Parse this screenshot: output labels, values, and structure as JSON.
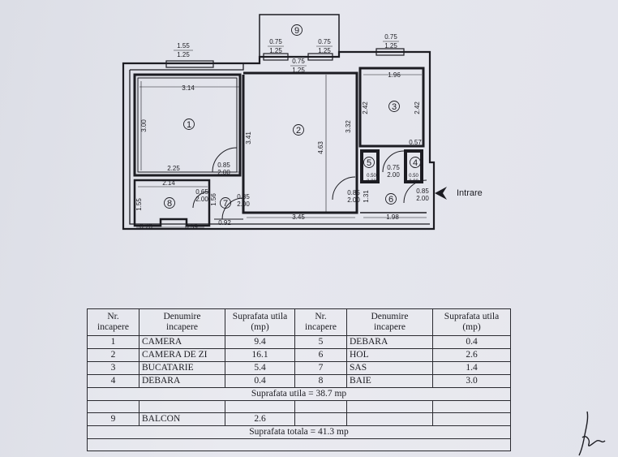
{
  "plan": {
    "rooms": [
      "1",
      "2",
      "3",
      "4",
      "5",
      "6",
      "7",
      "8",
      "9"
    ],
    "dims": {
      "top_left": [
        "1.55",
        "1.25"
      ],
      "top_mid1": [
        "0.75",
        "1.25"
      ],
      "top_mid2": [
        "0.75",
        "1.25"
      ],
      "top_mid3": [
        "0.75",
        "1.25"
      ],
      "top_right": [
        "0.75",
        "1.25"
      ],
      "r1_width": "3.14",
      "r1_height": "3.00",
      "r1_bottom": "2.25",
      "r8_width": "2.14",
      "r8_height": "1.55",
      "r8_b1": "0.70",
      "r8_b2": "0.59",
      "r2_h1": "3.41",
      "r2_h2": "4.63",
      "r2_h3": "3.32",
      "r2_bottom": "3.45",
      "r3_width": "1.96",
      "r3_h1": "2.42",
      "r3_h2": "2.42",
      "r3_b": "0.57",
      "r6_bottom": "1.98",
      "r6_side": "1.31",
      "r7_b": "0.92",
      "r7_side": "1.56",
      "door1": [
        "0.85",
        "2.00"
      ],
      "door_r8": [
        "0.65",
        "2.00"
      ],
      "door_r7": [
        "0.85",
        "2.00"
      ],
      "door_l": [
        "0.85",
        "2.00"
      ],
      "door_r3": [
        "0.75",
        "2.00"
      ],
      "door_entry": [
        "0.85",
        "2.00"
      ],
      "door_r5": [
        "0.50",
        "2.00"
      ],
      "door_r4": [
        "0.50",
        "2.00"
      ]
    },
    "entrance_label": "Intrare"
  },
  "table": {
    "headers": [
      "Nr.\nincapere",
      "Denumire\nincapere",
      "Suprafata utila\n(mp)",
      "Nr.\nincapere",
      "Denumire\nincapere",
      "Suprafata utila\n(mp)"
    ],
    "rows": [
      [
        "1",
        "CAMERA",
        "9.4",
        "5",
        "DEBARA",
        "0.4"
      ],
      [
        "2",
        "CAMERA DE ZI",
        "16.1",
        "6",
        "HOL",
        "2.6"
      ],
      [
        "3",
        "BUCATARIE",
        "5.4",
        "7",
        "SAS",
        "1.4"
      ],
      [
        "4",
        "DEBARA",
        "0.4",
        "8",
        "BAIE",
        "3.0"
      ]
    ],
    "util_total": "Suprafata utila = 38.7 mp",
    "balcony_row": [
      "9",
      "BALCON",
      "2.6"
    ],
    "grand_total": "Suprafata totala = 41.3 mp"
  }
}
